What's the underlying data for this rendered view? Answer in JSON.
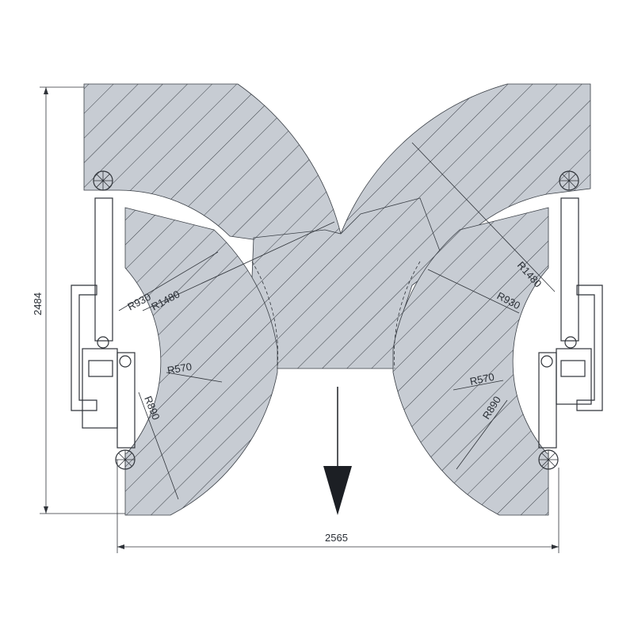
{
  "colors": {
    "zone_fill": "#c7ccd3",
    "hatch": "#3a3f46",
    "line": "#2f3339",
    "arrow": "#1c1f24"
  },
  "dimensions": {
    "height": "2484",
    "width": "2565"
  },
  "radius_labels": {
    "left_r930": "R930",
    "left_r1480": "R1480",
    "left_r570": "R570",
    "left_r890": "R890",
    "right_r1480": "R1480",
    "right_r930": "R930",
    "right_r570": "R570",
    "right_r890": "R890"
  },
  "icons": {
    "direction": "drive-direction-arrow-icon",
    "pivot": "arm-pivot-icon"
  }
}
